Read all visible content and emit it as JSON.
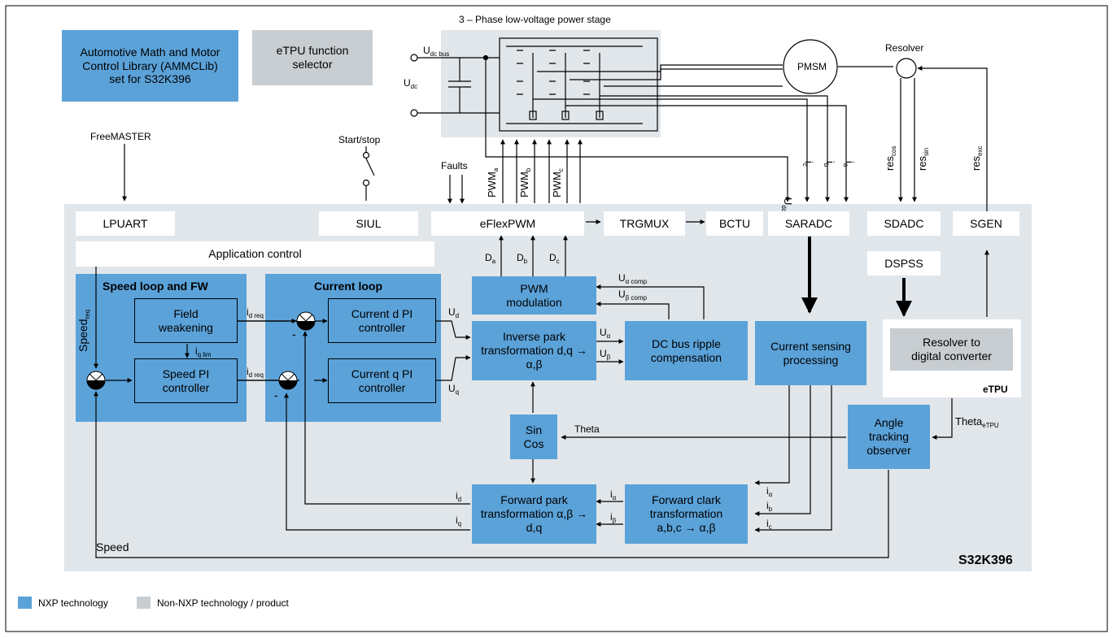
{
  "colors": {
    "nxp": "#5ba2d9",
    "non_nxp": "#c8cdd1",
    "chip_bg": "#e1e6ea",
    "line": "#000000"
  },
  "blocks": {
    "ammclib": "Automotive Math and Motor Control Library (AMMCLib) set for S32K396",
    "etpu_selector": "eTPU function selector",
    "power_stage_title": "3 – Phase low-voltage power stage",
    "pmsm": "PMSM",
    "resolver": "Resolver",
    "freemaster": "FreeMASTER",
    "start_stop": "Start/stop",
    "faults": "Faults",
    "lpuart": "LPUART",
    "siul": "SIUL",
    "eflexpwm": "eFlexPWM",
    "trgmux": "TRGMUX",
    "bctu": "BCTU",
    "saradc": "SARADC",
    "sdadc": "SDADC",
    "sgen": "SGEN",
    "dspss": "DSPSS",
    "app_control": "Application control",
    "speed_loop_title": "Speed loop and FW",
    "current_loop_title": "Current loop",
    "field_weakening": "Field weakening",
    "speed_pi": "Speed PI controller",
    "current_d_pi": "Current d PI controller",
    "current_q_pi": "Current q PI controller",
    "pwm_modulation": "PWM modulation",
    "inverse_park": "Inverse park transformation d,q → α,β",
    "dc_bus_ripple": "DC bus ripple compensation",
    "current_sensing": "Current sensing processing",
    "resolver_to_digital": "Resolver to digital converter",
    "etpu": "eTPU",
    "angle_tracking": "Angle tracking observer",
    "sin_cos": "Sin Cos",
    "forward_park": "Forward park transformation α,β → d,q",
    "forward_clark": "Forward clark transformation a,b,c → α,β",
    "chip": "S32K396"
  },
  "signals": {
    "u": "U",
    "dc_bus": "dc bus",
    "dc": "dc",
    "pwm": "PWM",
    "a": "a",
    "b": "b",
    "c": "c",
    "i": "i",
    "res": "res",
    "cos": "cos",
    "sin": "sin",
    "exc": "exc",
    "d": "D",
    "u_alpha_comp": "α comp",
    "u_beta_comp": "β comp",
    "u_d": "d",
    "u_q": "q",
    "alpha": "α",
    "beta": "β",
    "d_req": "d req",
    "q_lim": "q lim",
    "speed": "Speed",
    "req": "req",
    "theta": "Theta",
    "etpu_sub": "eTPU",
    "minus": "-"
  },
  "legend": [
    {
      "label": "NXP technology",
      "color": "#5ba2d9"
    },
    {
      "label": "Non-NXP technology / product",
      "color": "#c8cdd1"
    }
  ]
}
